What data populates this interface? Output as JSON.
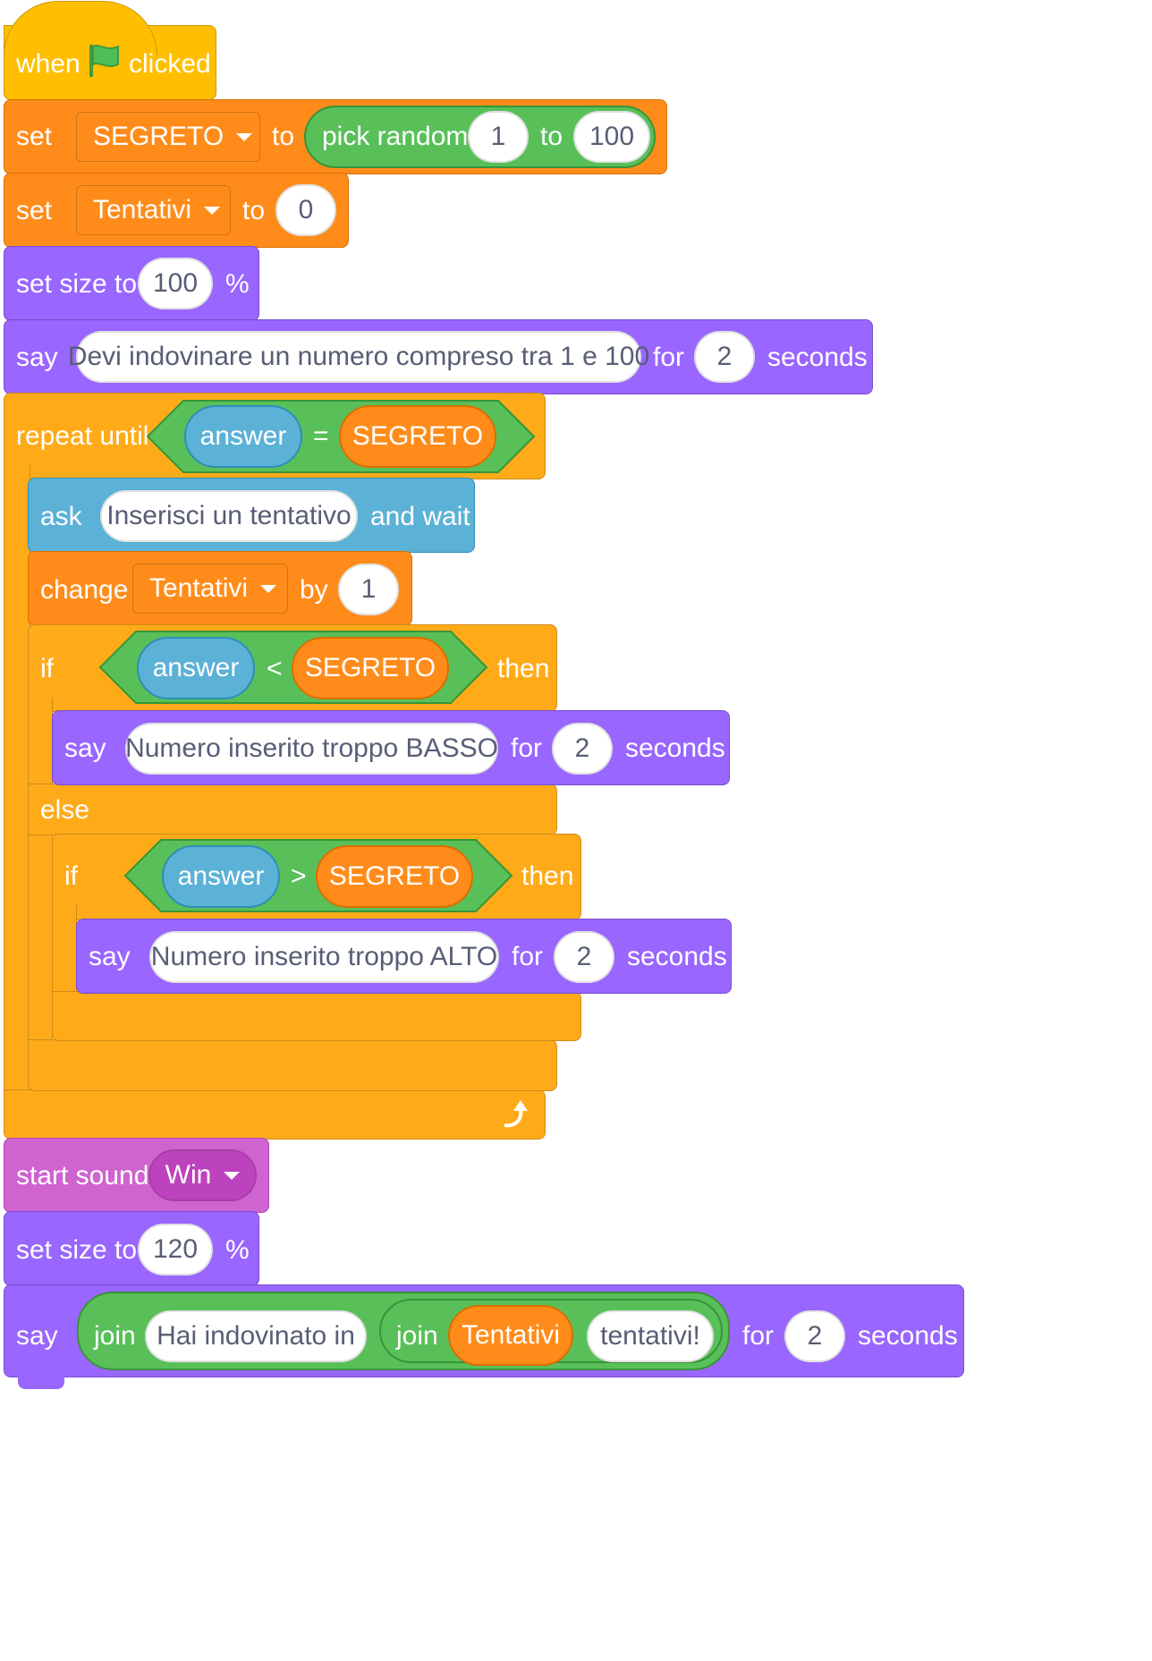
{
  "colors": {
    "events": "#FFBF00",
    "variables": "#FF8C1A",
    "looks": "#9966FF",
    "control": "#FFAB19",
    "sensing": "#5CB1D6",
    "sound": "#CF63CF",
    "operators": "#59C059"
  },
  "script": {
    "hat": {
      "when": "when",
      "clicked": "clicked",
      "icon": "green-flag-icon"
    },
    "set_segreto": {
      "set": "set",
      "var": "SEGRETO",
      "to": "to",
      "op": "pick random",
      "from": "1",
      "to2": "to",
      "max": "100"
    },
    "set_tentativi": {
      "set": "set",
      "var": "Tentativi",
      "to": "to",
      "value": "0"
    },
    "set_size_1": {
      "label": "set size to",
      "value": "100",
      "unit": "%"
    },
    "say_intro": {
      "say": "say",
      "text": "Devi indovinare un numero compreso tra 1 e 100",
      "for": "for",
      "secs": "2",
      "seconds": "seconds"
    },
    "repeat": {
      "label": "repeat until",
      "left": "answer",
      "op": "=",
      "right": "SEGRETO",
      "loop_icon": "loop-arrow-icon"
    },
    "ask": {
      "ask": "ask",
      "text": "Inserisci un tentativo",
      "wait": "and wait"
    },
    "change": {
      "change": "change",
      "var": "Tentativi",
      "by": "by",
      "value": "1"
    },
    "if1": {
      "if": "if",
      "left": "answer",
      "op": "<",
      "right": "SEGRETO",
      "then": "then",
      "else": "else"
    },
    "say_low": {
      "say": "say",
      "text": "Numero inserito troppo BASSO",
      "for": "for",
      "secs": "2",
      "seconds": "seconds"
    },
    "if2": {
      "if": "if",
      "left": "answer",
      "op": ">",
      "right": "SEGRETO",
      "then": "then"
    },
    "say_high": {
      "say": "say",
      "text": "Numero inserito troppo ALTO",
      "for": "for",
      "secs": "2",
      "seconds": "seconds"
    },
    "sound": {
      "label": "start sound",
      "value": "Win"
    },
    "set_size_2": {
      "label": "set size to",
      "value": "120",
      "unit": "%"
    },
    "say_end": {
      "say": "say",
      "join1": "join",
      "text1": "Hai indovinato in",
      "join2": "join",
      "var": "Tentativi",
      "text2": "tentativi!",
      "for": "for",
      "secs": "2",
      "seconds": "seconds"
    }
  }
}
